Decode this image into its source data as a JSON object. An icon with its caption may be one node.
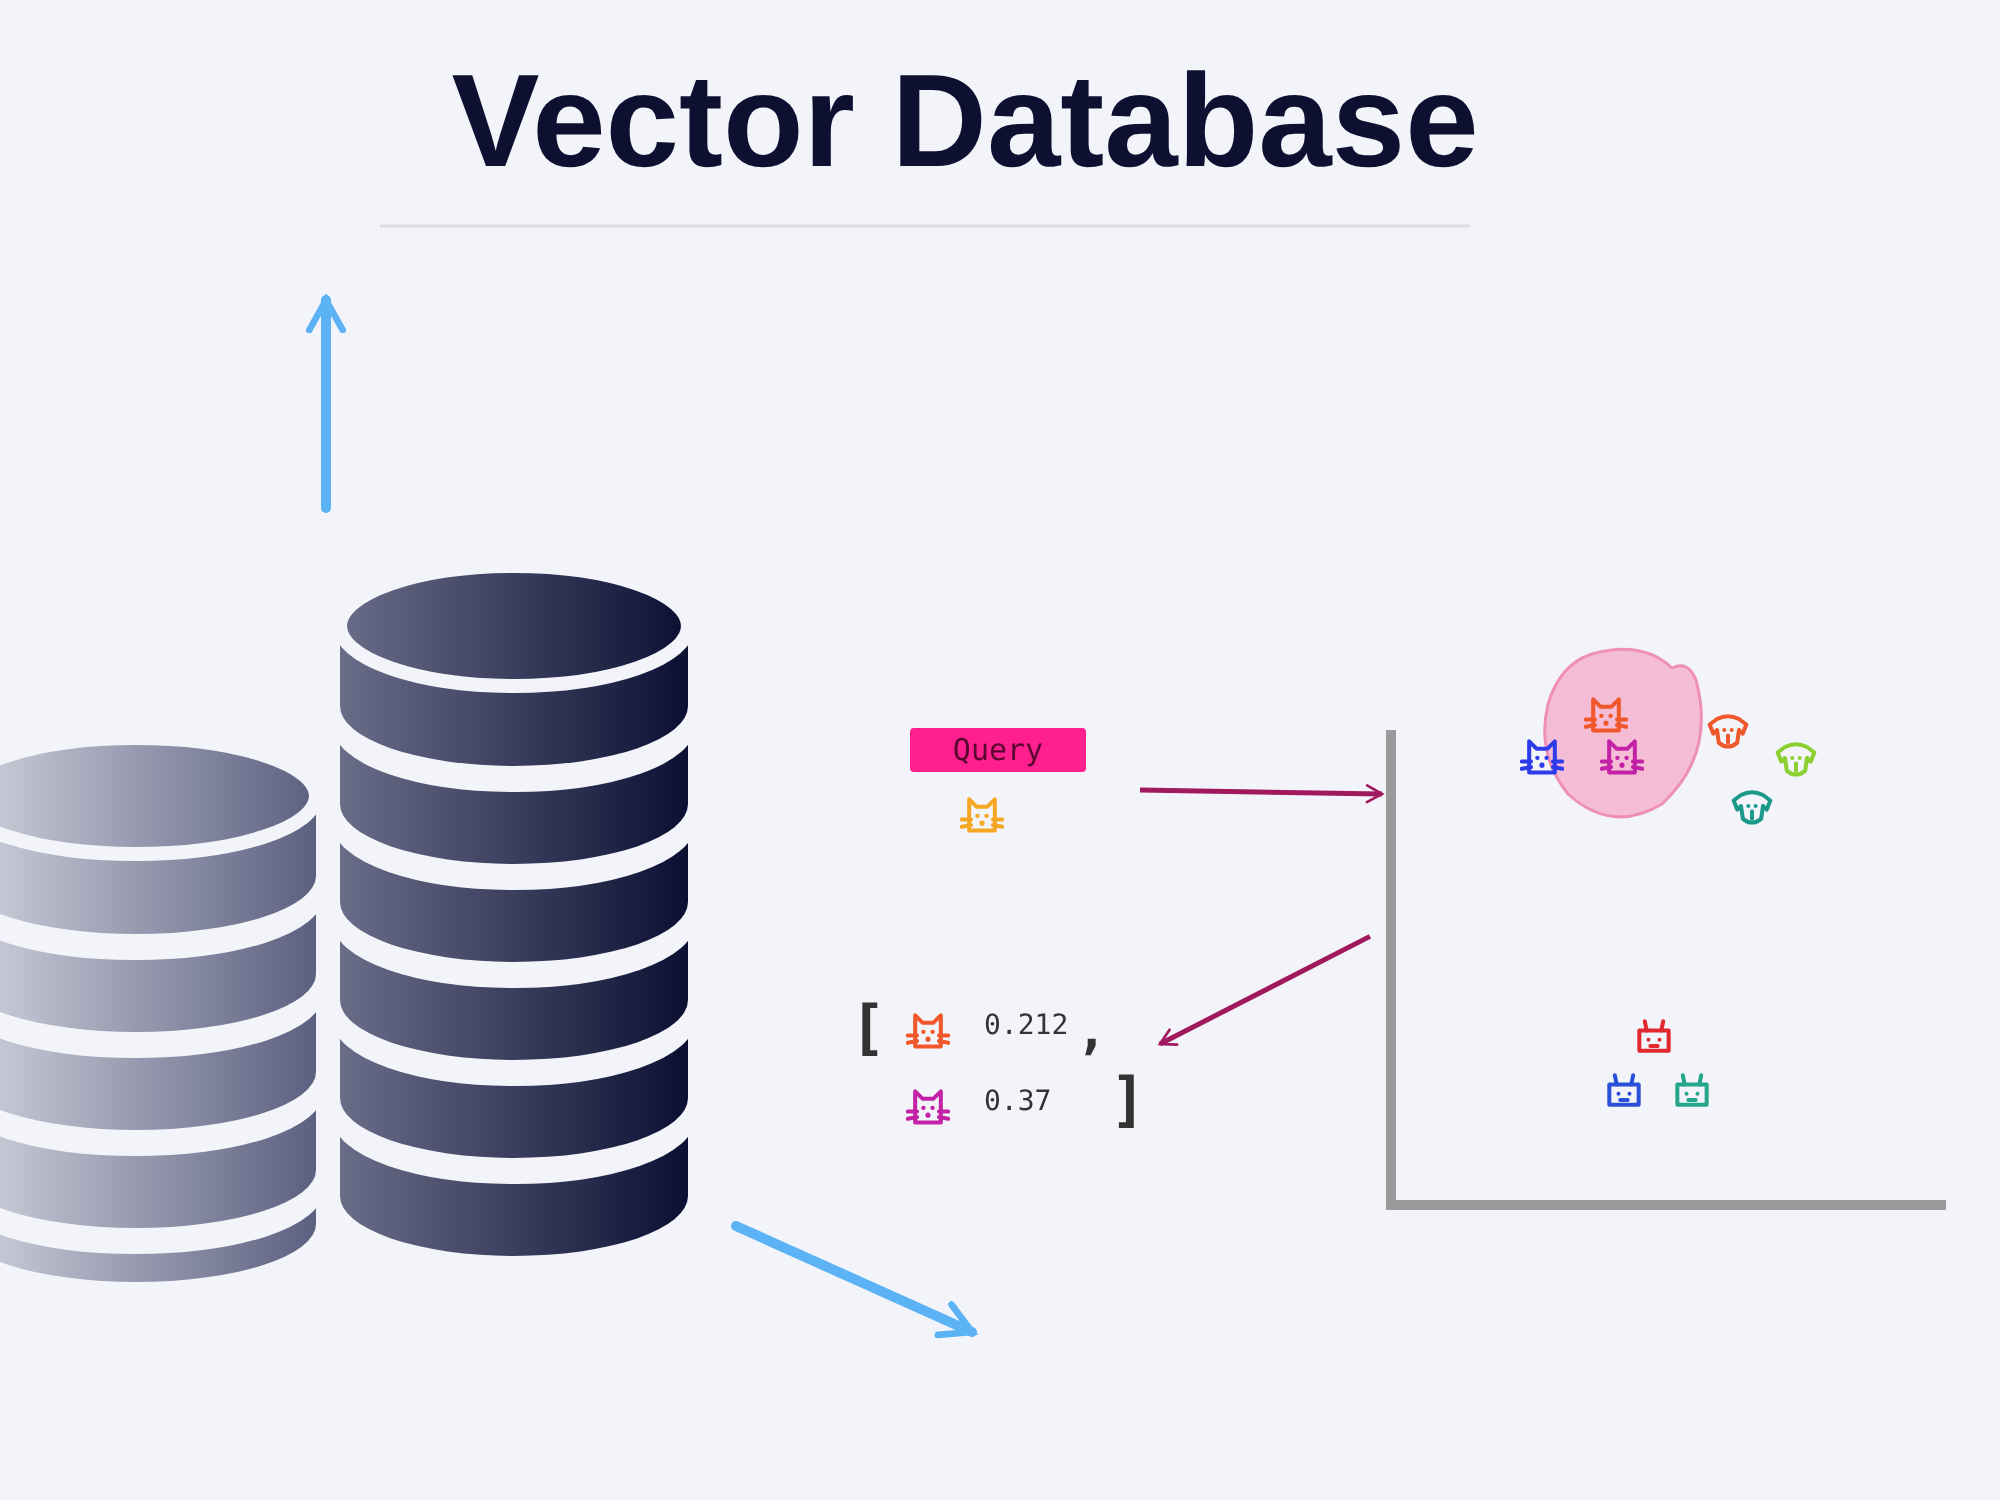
{
  "diagram": {
    "title": "Vector Database",
    "nodes": [
      {
        "text": [
          "Query"
        ]
      },
      {
        "text": [],
        "shape": "chart"
      },
      {
        "text": [
          "[",
          "0.212",
          ",",
          "0.37",
          "]"
        ]
      }
    ],
    "edges": [
      {
        "from": 0,
        "to": 1,
        "arrow": "to"
      },
      {
        "from": 1,
        "to": 2,
        "arrow": "to"
      }
    ]
  }
}
